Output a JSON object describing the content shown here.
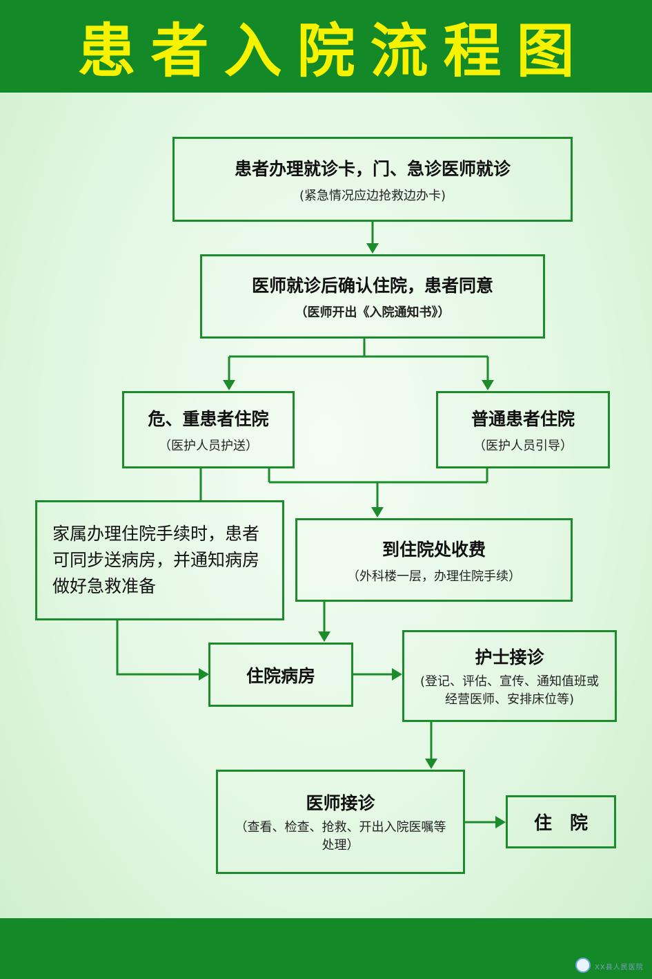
{
  "title": "患者入院流程图",
  "colors": {
    "header_bg": "#138a27",
    "title_text": "#f7f200",
    "line": "#1c8b2c"
  },
  "boxes": {
    "b1": {
      "main": "患者办理就诊卡，门、急诊医师就诊",
      "sub": "(紧急情况应边抢救边办卡)"
    },
    "b2": {
      "main": "医师就诊后确认住院，患者同意",
      "sub": "（医师开出《入院通知书》）"
    },
    "b3": {
      "main": "危、重患者住院",
      "sub": "（医护人员护送）"
    },
    "b4": {
      "main": "普通患者住院",
      "sub": "（医护人员引导）"
    },
    "b5": {
      "main": "家属办理住院手续时，患者可同步送病房，并通知病房做好急救准备"
    },
    "b6": {
      "main": "到住院处收费",
      "sub": "（外科楼一层，办理住院手续）"
    },
    "b7": {
      "main": "住院病房"
    },
    "b8": {
      "main": "护士接诊",
      "sub": "(登记、评估、宣传、通知值班或经营医师、安排床位等)"
    },
    "b9": {
      "main": "医师接诊",
      "sub": "（查看、检查、抢救、开出入院医嘱等处理）"
    },
    "b10": {
      "main": "住　院"
    }
  },
  "footer": {
    "logo_icon": "hospital-logo-icon",
    "logo_text": "XX县人民医院"
  }
}
